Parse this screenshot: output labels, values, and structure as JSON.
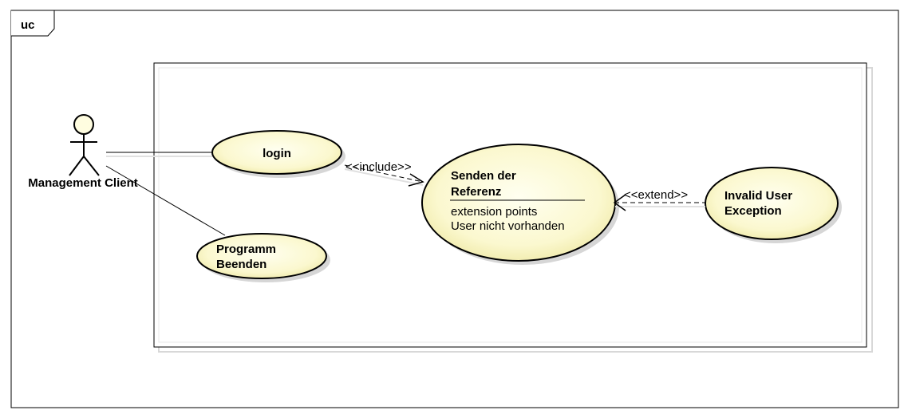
{
  "frame": {
    "tag": "uc"
  },
  "actor": {
    "name": "Management Client"
  },
  "use_cases": {
    "login": {
      "label": "login"
    },
    "programm": {
      "line1": "Programm",
      "line2": "Beenden"
    },
    "senden": {
      "line1": "Senden der",
      "line2": "Referenz",
      "ext_header": "extension points",
      "ext_point": "User nicht vorhanden"
    },
    "invalid": {
      "line1": "Invalid User",
      "line2": "Exception"
    }
  },
  "relations": {
    "include": "<<include>>",
    "extend": "<<extend>>"
  },
  "colors": {
    "usecase_fill": "#fdfbd6",
    "usecase_fill_edge": "#f2eea8",
    "line": "#000000",
    "shadow": "#d0d0d0"
  }
}
